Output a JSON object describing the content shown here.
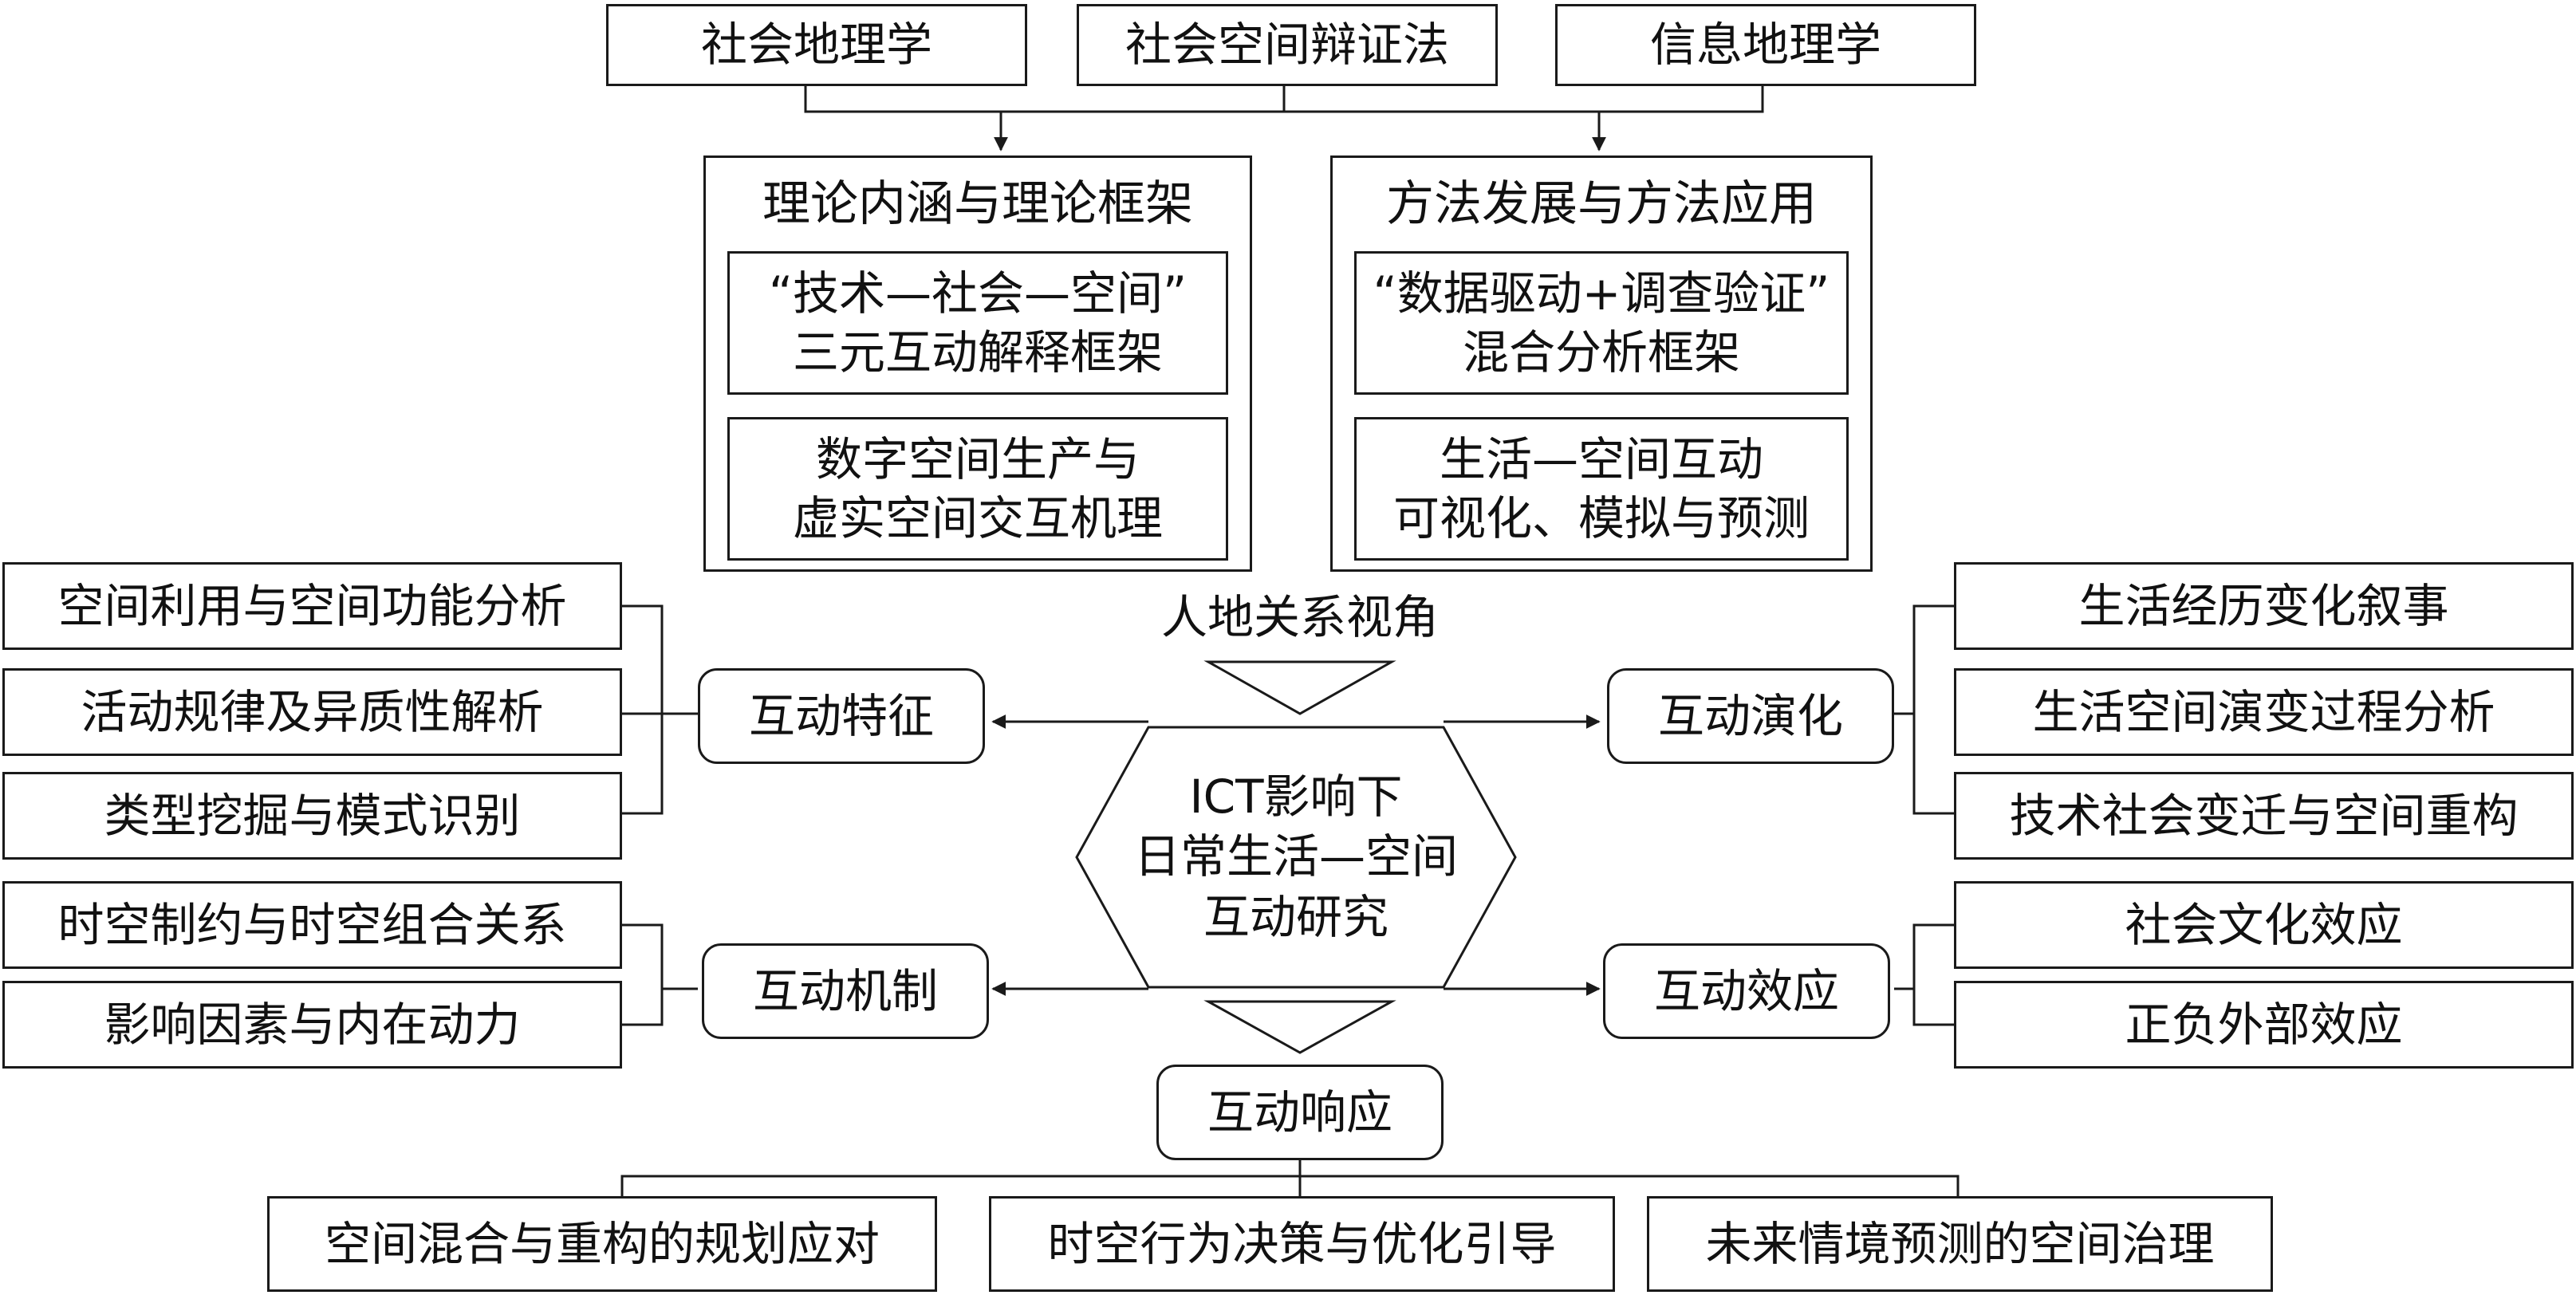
{
  "top_sources": [
    "社会地理学",
    "社会空间辩证法",
    "信息地理学"
  ],
  "theory_panel": {
    "title": "理论内涵与理论框架",
    "items": [
      "“技术—社会—空间”\n三元互动解释框架",
      "数字空间生产与\n虚实空间交互机理"
    ]
  },
  "method_panel": {
    "title": "方法发展与方法应用",
    "items": [
      "“数据驱动+调查验证”\n混合分析框架",
      "生活—空间互动\n可视化、模拟与预测"
    ]
  },
  "perspective_label": "人地关系视角",
  "center_text": "ICT影响下\n日常生活—空间\n互动研究",
  "characteristics": {
    "label": "互动特征",
    "items": [
      "空间利用与空间功能分析",
      "活动规律及异质性解析",
      "类型挖掘与模式识别"
    ]
  },
  "mechanism": {
    "label": "互动机制",
    "items": [
      "时空制约与时空组合关系",
      "影响因素与内在动力"
    ]
  },
  "evolution": {
    "label": "互动演化",
    "items": [
      "生活经历变化叙事",
      "生活空间演变过程分析",
      "技术社会变迁与空间重构"
    ]
  },
  "effect": {
    "label": "互动效应",
    "items": [
      "社会文化效应",
      "正负外部效应"
    ]
  },
  "response": {
    "label": "互动响应",
    "items": [
      "空间混合与重构的规划应对",
      "时空行为决策与优化引导",
      "未来情境预测的空间治理"
    ]
  }
}
